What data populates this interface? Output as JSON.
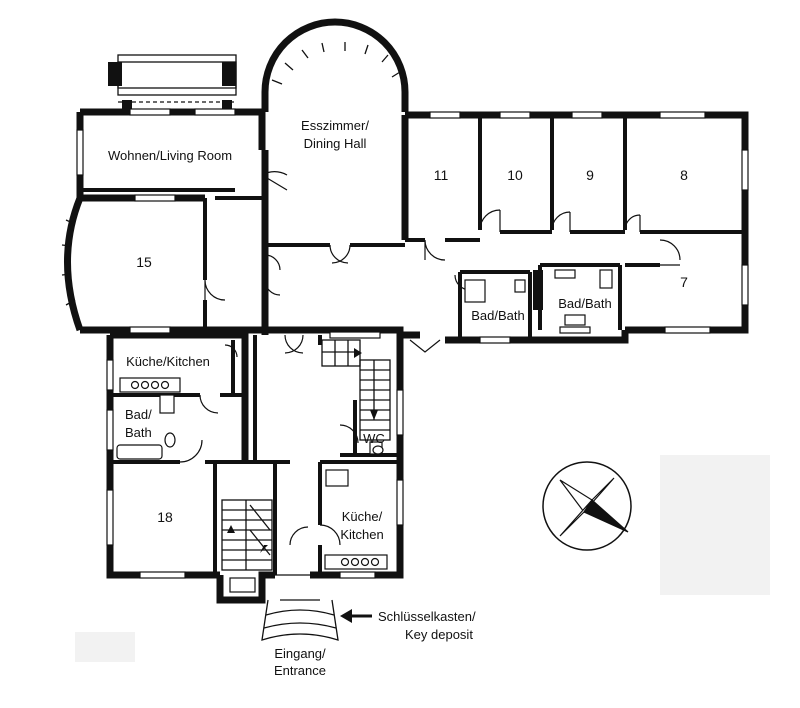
{
  "rooms": {
    "living": "Wohnen/Living Room",
    "dining_1": "Esszimmer/",
    "dining_2": "Dining Hall",
    "r11": "11",
    "r10": "10",
    "r9": "9",
    "r8": "8",
    "r7": "7",
    "r15": "15",
    "r18": "18",
    "bath_a": "Bad/Bath",
    "bath_b": "Bad/Bath",
    "kitchen_w": "Küche/Kitchen",
    "bath_w_1": "Bad/",
    "bath_w_2": "Bath",
    "wc": "WC",
    "kitchen_c_1": "Küche/",
    "kitchen_c_2": "Kitchen"
  },
  "annotations": {
    "key_1": "Schlüsselkasten/",
    "key_2": "Key deposit",
    "entrance_1": "Eingang/",
    "entrance_2": "Entrance"
  },
  "icons": {
    "compass": "compass-rose-icon",
    "arrow": "arrow-left-icon"
  }
}
